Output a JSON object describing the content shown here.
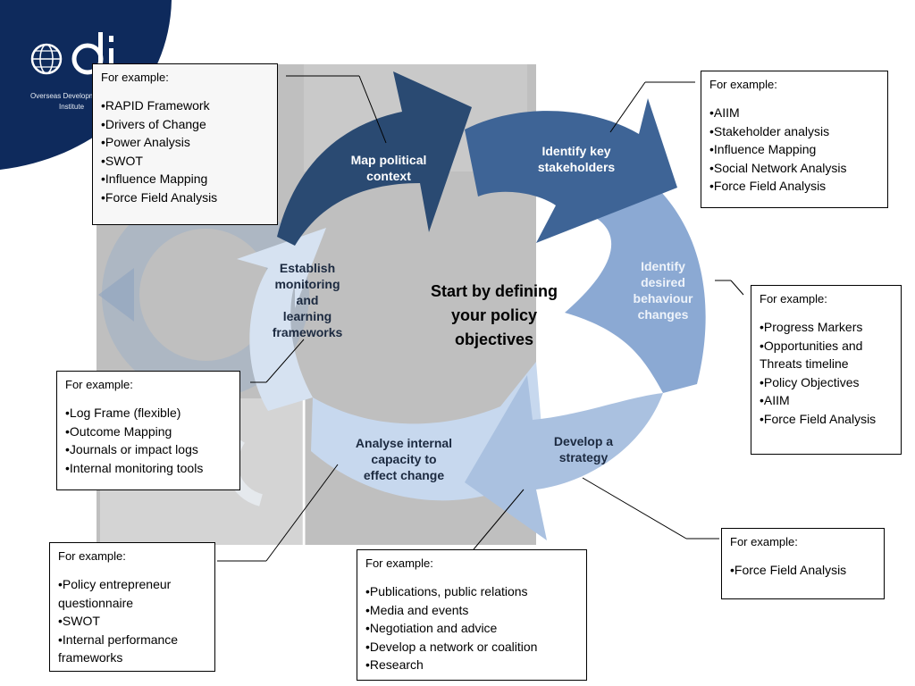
{
  "logo": {
    "wordmark": "odi",
    "subtitle_line1": "Overseas Development",
    "subtitle_line2": "Institute",
    "color": "#0e2a5c"
  },
  "center_text": [
    "Start by defining",
    "your policy",
    "objectives"
  ],
  "steps": [
    {
      "id": "map",
      "lines": [
        "Map political",
        "context"
      ]
    },
    {
      "id": "identify-stakeholders",
      "lines": [
        "Identify key",
        "stakeholders"
      ]
    },
    {
      "id": "identify-behaviour",
      "lines": [
        "Identify",
        "desired",
        "behaviour",
        "changes"
      ]
    },
    {
      "id": "develop-strategy",
      "lines": [
        "Develop a",
        "strategy"
      ]
    },
    {
      "id": "analyse-capacity",
      "lines": [
        "Analyse internal",
        "capacity to",
        "effect change"
      ]
    },
    {
      "id": "establish-monitoring",
      "lines": [
        "Establish",
        "monitoring",
        "and",
        "learning",
        "frameworks"
      ]
    }
  ],
  "example_boxes": [
    {
      "id": "map",
      "heading": "For example:",
      "items": [
        "RAPID Framework",
        "Drivers of Change",
        "Power Analysis",
        "SWOT",
        "Influence Mapping",
        "Force Field Analysis"
      ]
    },
    {
      "id": "stakeholders",
      "heading": "For example:",
      "items": [
        "AIIM",
        "Stakeholder analysis",
        "Influence Mapping",
        "Social Network Analysis",
        "Force Field Analysis"
      ]
    },
    {
      "id": "behaviour",
      "heading": "For example:",
      "items": [
        "Progress Markers",
        "Opportunities and Threats timeline",
        "Policy Objectives",
        "AIIM",
        "Force Field Analysis"
      ]
    },
    {
      "id": "strategy",
      "heading": "For example:",
      "items": [
        "Force Field Analysis"
      ]
    },
    {
      "id": "communication",
      "heading": "For example:",
      "items": [
        "Publications, public relations",
        "Media and events",
        "Negotiation and advice",
        "Develop a network or coalition",
        "Research"
      ]
    },
    {
      "id": "capacity",
      "heading": "For example:",
      "items": [
        "Policy entrepreneur questionnaire",
        "SWOT",
        "Internal performance frameworks"
      ]
    },
    {
      "id": "monitoring",
      "heading": "For example:",
      "items": [
        "Log Frame (flexible)",
        "Outcome Mapping",
        "Journals or impact logs",
        "Internal monitoring tools"
      ]
    }
  ],
  "colors": {
    "navy": "#0e2a5c",
    "map_arrow": "#2a4a72",
    "stakeholders_arrow": "#3e6496",
    "behaviour_arrow": "#8ba9d3",
    "strategy_arrow": "#aac1e0",
    "capacity_arrow": "#c7d8ee",
    "monitoring_arrow": "#d6e2f1",
    "backdrop": "#bfbfbf"
  }
}
